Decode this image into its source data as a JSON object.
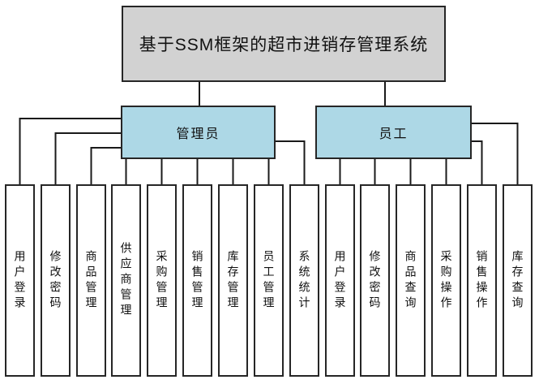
{
  "diagram": {
    "title": "基于SSM框架的超市进销存管理系统",
    "admin": {
      "label": "管理员",
      "children": [
        "用户登录",
        "修改密码",
        "商品管理",
        "供应商管理",
        "采购管理",
        "销售管理",
        "库存管理",
        "员工管理",
        "系统统计"
      ]
    },
    "employee": {
      "label": "员工",
      "children": [
        "用户登录",
        "修改密码",
        "商品查询",
        "采购操作",
        "销售操作",
        "库存查询"
      ]
    },
    "colors": {
      "root_fill": "#d2d2d2",
      "branch_fill": "#add8e6",
      "leaf_fill": "#ffffff",
      "border": "#262626",
      "line": "#1a1a1a"
    }
  }
}
